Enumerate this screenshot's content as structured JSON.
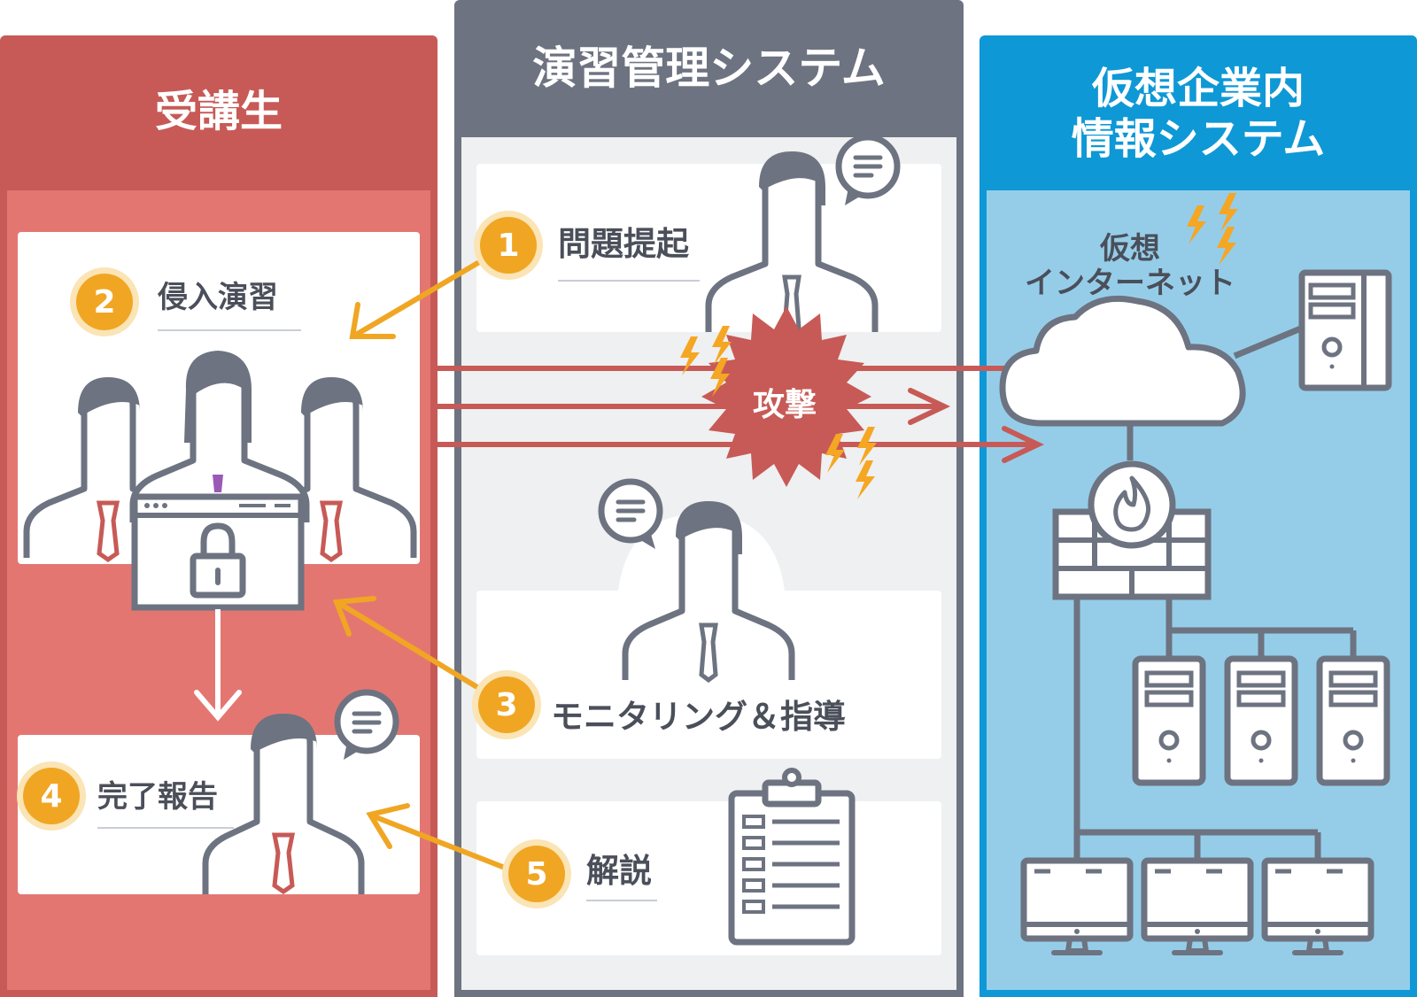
{
  "columns": {
    "student": {
      "title": "受講生"
    },
    "management": {
      "title": "演習管理システム"
    },
    "virtual": {
      "title_line1": "仮想企業内",
      "title_line2": "情報システム"
    }
  },
  "steps": [
    {
      "number": "1",
      "label": "問題提起"
    },
    {
      "number": "2",
      "label": "侵入演習"
    },
    {
      "number": "3",
      "label": "モニタリング＆指導"
    },
    {
      "number": "4",
      "label": "完了報告"
    },
    {
      "number": "5",
      "label": "解説"
    }
  ],
  "attack": {
    "label": "攻撃"
  },
  "virtual_internet": {
    "line1": "仮想",
    "line2": "インターネット"
  },
  "colors": {
    "student_dark": "#c75a56",
    "student_light": "#e47672",
    "management_dark": "#6d7380",
    "management_light": "#eef0f1",
    "virtual_dark": "#0e98d6",
    "virtual_light": "#95cde9",
    "step_badge": "#f0a623",
    "attack_red": "#c75a56",
    "icon_gray": "#6d7380"
  }
}
